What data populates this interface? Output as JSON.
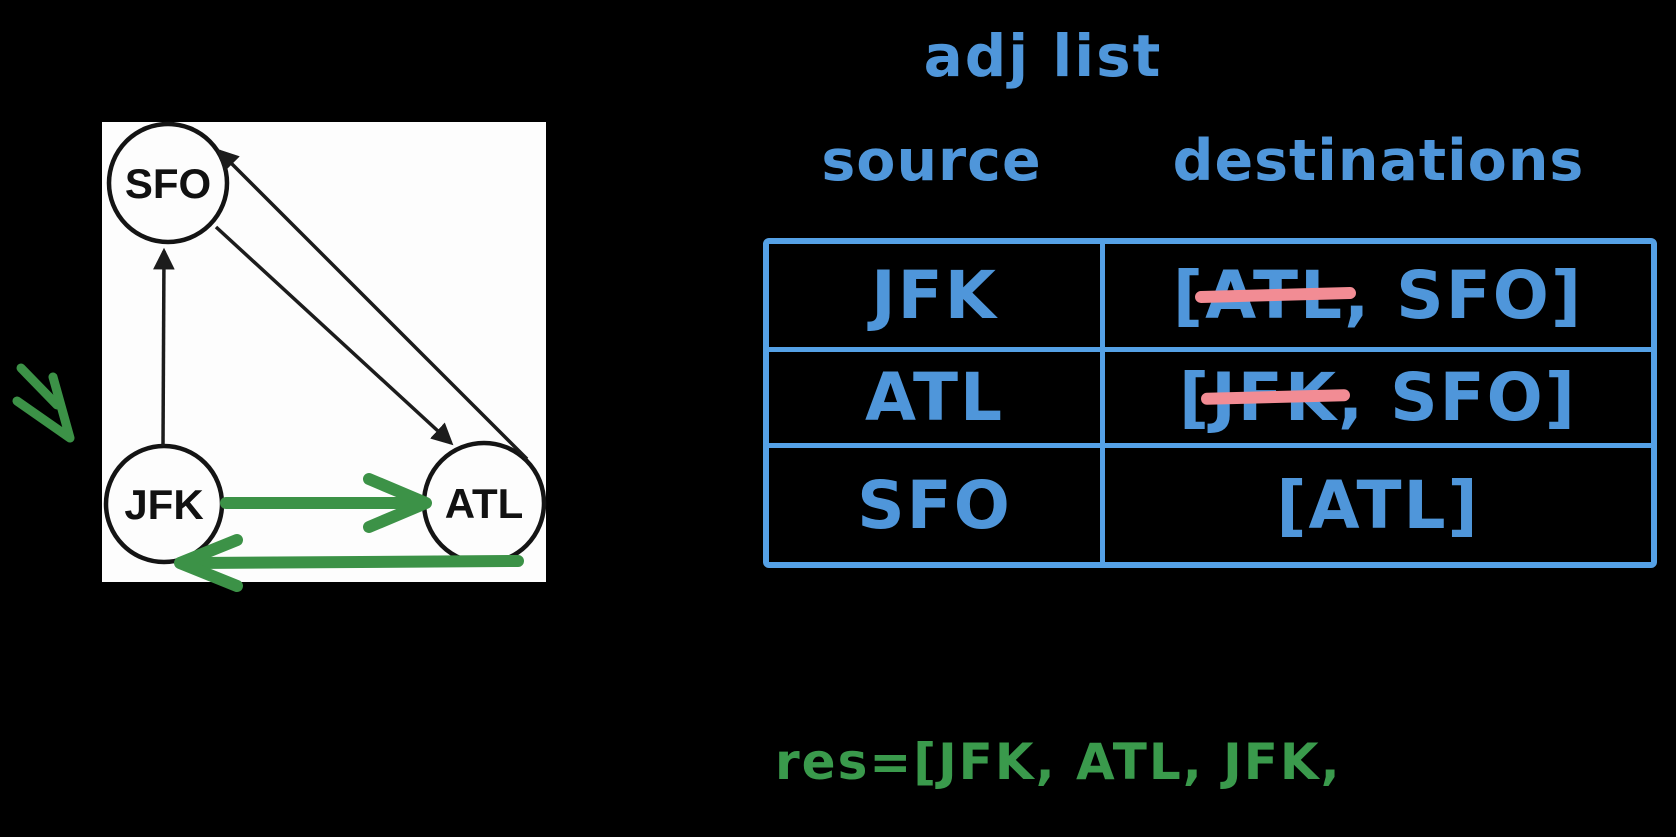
{
  "graph": {
    "panel": "white-drawing-canvas",
    "nodes": [
      {
        "id": "SFO",
        "label": "SFO"
      },
      {
        "id": "JFK",
        "label": "JFK"
      },
      {
        "id": "ATL",
        "label": "ATL"
      }
    ],
    "edges": [
      {
        "from": "JFK",
        "to": "SFO",
        "style": "black"
      },
      {
        "from": "SFO",
        "to": "ATL",
        "style": "black"
      },
      {
        "from": "ATL",
        "to": "SFO",
        "style": "black"
      },
      {
        "from": "ATL",
        "to": "JFK",
        "style": "black"
      },
      {
        "from": "JFK",
        "to": "ATL",
        "style": "green-highlight"
      },
      {
        "from": "ATL",
        "to": "JFK",
        "style": "green-highlight"
      }
    ]
  },
  "adj_list": {
    "title": "adj list",
    "columns": {
      "source": "source",
      "destinations": "destinations"
    },
    "rows": [
      {
        "source": "JFK",
        "open": "[",
        "sep": ", ",
        "close": "]",
        "destinations": [
          {
            "label": "ATL",
            "struck": true
          },
          {
            "label": "SFO",
            "struck": false
          }
        ]
      },
      {
        "source": "ATL",
        "open": "[",
        "sep": ", ",
        "close": "]",
        "destinations": [
          {
            "label": "JFK",
            "struck": true
          },
          {
            "label": "SFO",
            "struck": false
          }
        ]
      },
      {
        "source": "SFO",
        "open": "[",
        "close": "]",
        "destinations": [
          {
            "label": "ATL",
            "struck": false
          }
        ]
      }
    ]
  },
  "result": {
    "text": "res=[JFK, ATL, JFK,"
  },
  "colors": {
    "background": "#000000",
    "blue_text": "#4f96da",
    "blue_border": "#55a1e6",
    "pink_strike": "#f28c94",
    "green_text": "#3a9a4c",
    "green_arrow": "#3c9247",
    "panel_white": "#fdfdfd",
    "edge_black": "#1c1c1c"
  }
}
